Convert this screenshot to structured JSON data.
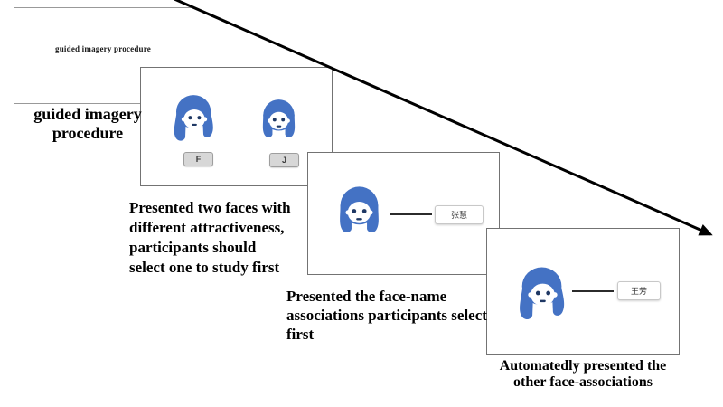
{
  "figure_type": "experiment-procedure-diagram",
  "colors": {
    "hair_blue": "#4472C4",
    "face_feature_navy": "#1F3864",
    "arrow_black": "#000000",
    "panel_border_gray": "#737373",
    "key_button_bg": "#D7D7D7",
    "key_button_border": "#9E9E9E",
    "name_box_border": "#C8C8C8",
    "connector_dark": "#2B2B2B"
  },
  "icons": {
    "face_swept": "female-face-long-swept-hair-icon",
    "face_bangs": "female-face-bob-bangs-icon",
    "arrow": "timeline-arrow"
  },
  "panels": {
    "p1": {
      "screen_text": "guided imagery procedure",
      "caption": [
        "guided imagery",
        "procedure"
      ]
    },
    "p2": {
      "button_left": "F",
      "button_right": "J",
      "caption": [
        "Presented two faces with",
        "different attractiveness,",
        "participants should",
        "select one to study first"
      ]
    },
    "p3": {
      "name_label": "张慧",
      "caption": [
        "Presented the face-name",
        "associations participants select",
        "first"
      ]
    },
    "p4": {
      "name_label": "王芳",
      "caption": [
        "Automatedly presented the",
        "other face-associations"
      ]
    }
  }
}
